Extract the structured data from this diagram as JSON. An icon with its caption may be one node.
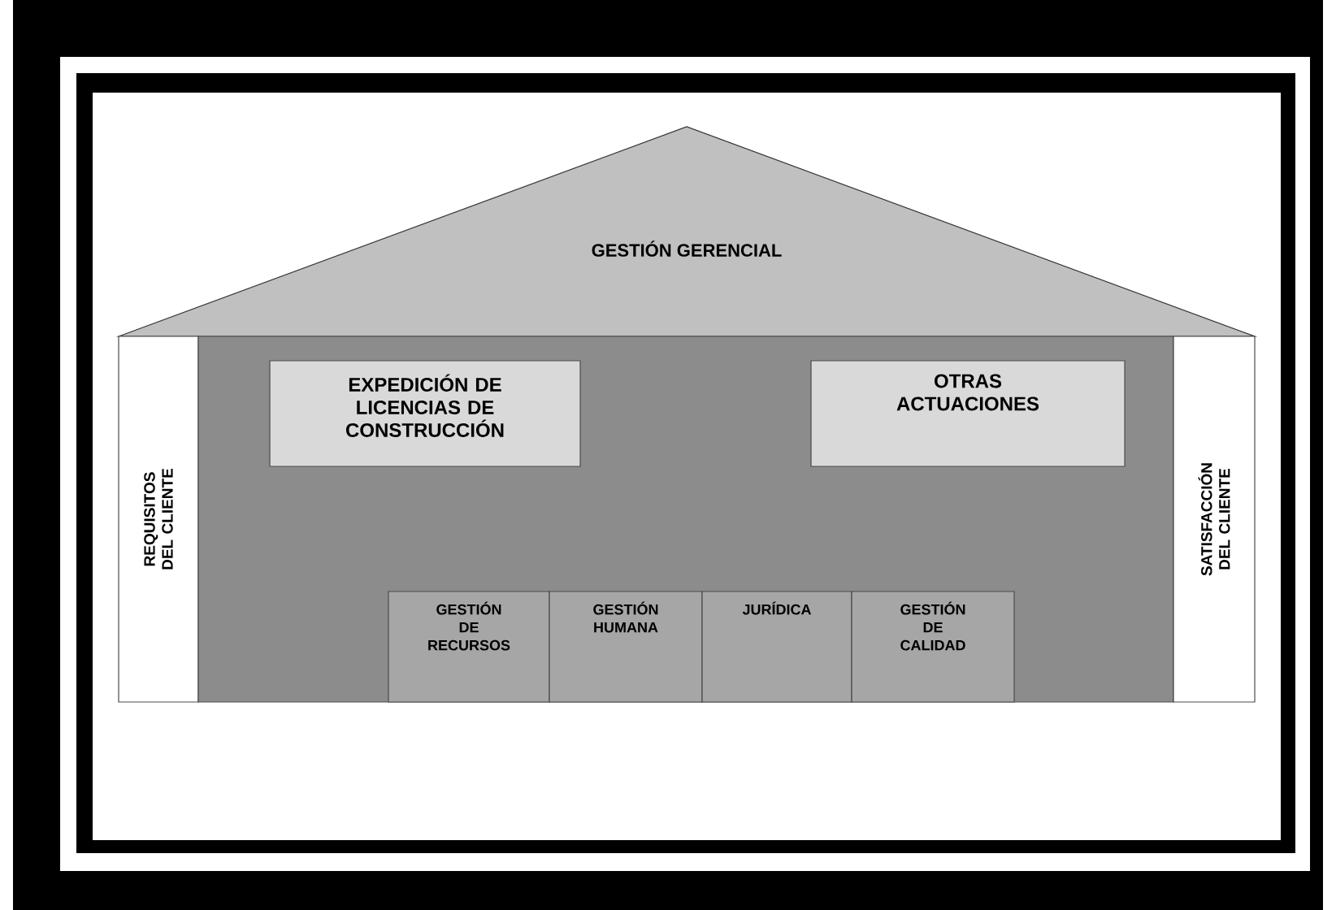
{
  "diagram": {
    "nodes": [
      {
        "text": [
          "GESTIÓN GERENCIAL"
        ]
      },
      {
        "text": [
          "REQUISITOS DEL CLIENTE"
        ]
      },
      {
        "text": [],
        "shape": "box"
      },
      {
        "text": [
          "EXPEDICIÓN DE LICENCIAS DE CONSTRUCCIÓN"
        ],
        "in": 2
      },
      {
        "text": [
          "OTRAS ACTUACIONES"
        ],
        "in": 2
      },
      {
        "text": [
          "GESTIÓN DE RECURSOS"
        ],
        "in": 2
      },
      {
        "text": [
          "GESTIÓN HUMANA"
        ],
        "in": 2
      },
      {
        "text": [
          "JURÍDICA"
        ],
        "in": 2
      },
      {
        "text": [
          "GESTIÓN DE CALIDAD"
        ],
        "in": 2
      },
      {
        "text": [
          "SATISFACCIÓN DEL CLIENTE"
        ]
      }
    ]
  }
}
